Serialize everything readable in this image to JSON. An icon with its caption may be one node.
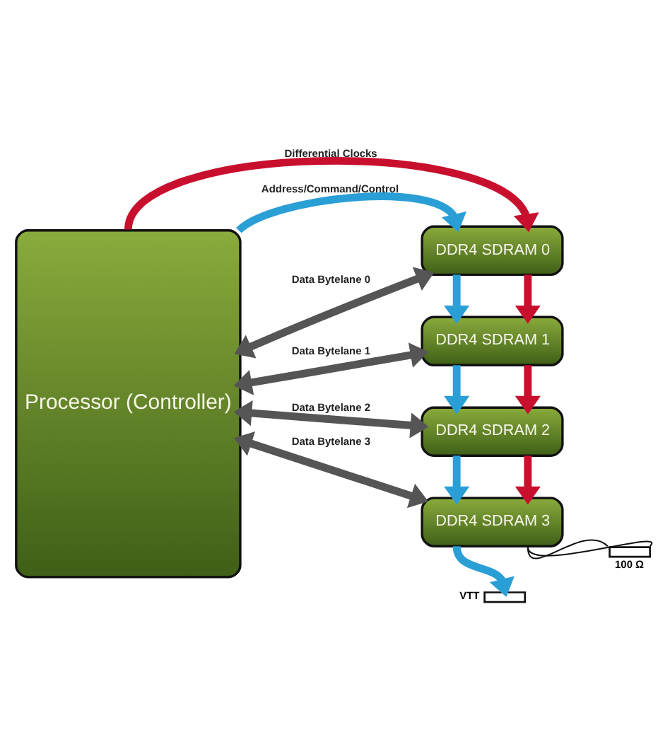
{
  "diagram": {
    "nodes": [
      {
        "text": [
          "Processor (Controller)"
        ]
      },
      {
        "text": [
          "DDR4 SDRAM 0"
        ]
      },
      {
        "text": [
          "DDR4 SDRAM 1"
        ]
      },
      {
        "text": [
          "DDR4 SDRAM 2"
        ]
      },
      {
        "text": [
          "DDR4 SDRAM 3"
        ]
      },
      {
        "text": [],
        "shape": "resistor",
        "beside": [
          "VTT"
        ]
      },
      {
        "text": [],
        "shape": "resistor",
        "beside": [
          "100 Ω"
        ]
      }
    ],
    "edges": [
      {
        "from": 0,
        "to": 1,
        "arrow": "to",
        "label": "Differential Clocks",
        "color": "#c8102e"
      },
      {
        "from": 0,
        "to": 1,
        "arrow": "to",
        "label": "Address/Command/Control",
        "color": "#2a9fd6"
      },
      {
        "from": 0,
        "to": 1,
        "arrow": "both",
        "label": "Data Bytelane 0",
        "color": "#555555"
      },
      {
        "from": 0,
        "to": 2,
        "arrow": "both",
        "label": "Data Bytelane 1",
        "color": "#555555"
      },
      {
        "from": 0,
        "to": 3,
        "arrow": "both",
        "label": "Data Bytelane 2",
        "color": "#555555"
      },
      {
        "from": 0,
        "to": 4,
        "arrow": "both",
        "label": "Data Bytelane 3",
        "color": "#555555"
      },
      {
        "from": 1,
        "to": 2,
        "arrow": "to",
        "color": "#2a9fd6"
      },
      {
        "from": 1,
        "to": 2,
        "arrow": "to",
        "color": "#c8102e"
      },
      {
        "from": 2,
        "to": 3,
        "arrow": "to",
        "color": "#2a9fd6"
      },
      {
        "from": 2,
        "to": 3,
        "arrow": "to",
        "color": "#c8102e"
      },
      {
        "from": 3,
        "to": 4,
        "arrow": "to",
        "color": "#2a9fd6"
      },
      {
        "from": 3,
        "to": 4,
        "arrow": "to",
        "color": "#c8102e"
      },
      {
        "from": 4,
        "to": 5,
        "arrow": "to",
        "color": "#2a9fd6"
      },
      {
        "from": 4,
        "to": 6,
        "arrow": "none",
        "color": "#111111"
      },
      {
        "from": 4,
        "to": 6,
        "arrow": "none",
        "color": "#111111"
      }
    ]
  }
}
